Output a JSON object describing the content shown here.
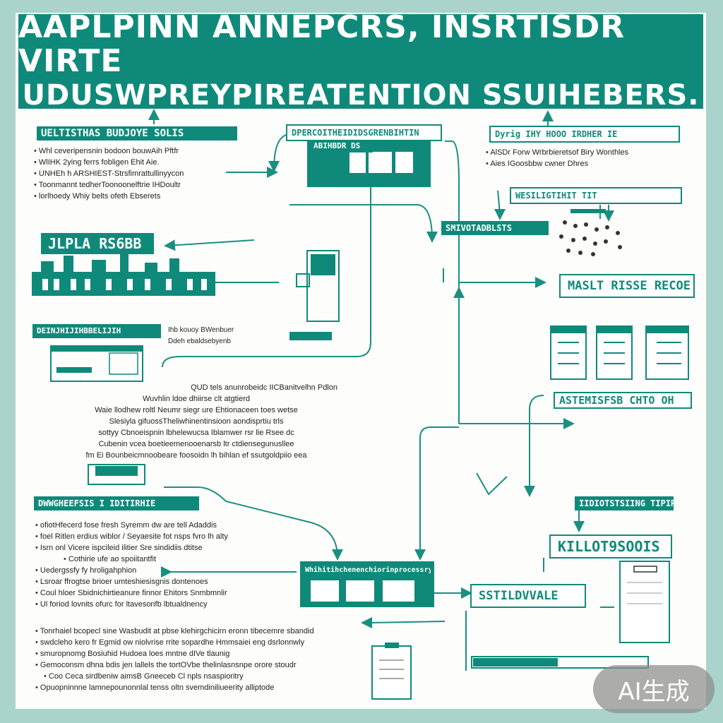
{
  "banner": {
    "line1": "AAPLPINN ANNEPCRS, INSRTISDR VIRTE",
    "line2": "UDUSWPREYPIREATENTION SSUIHEBERS."
  },
  "labels": {
    "top_left": "UELTISTHAS BUDJOYE SOLIS",
    "top_center": "DPERCOITHEIDIDSGRENBIHTIN",
    "top_center_inner": "ABIHBDR DS",
    "top_right": "Dyrig IHY HOOO IRDHER IE",
    "right_mid1": "WESILIGTIHIT TIT",
    "right_mid2": "SMIVOTADBLSTS",
    "left_mid": "JLPLA RS6BB",
    "left_mid2": "DEINJHIJIHBBELIJIH",
    "right_mid3": "MASLT RISSE RECOE",
    "right_mid4": "ASTEMISFSB CHTO OH",
    "left_low": "DWWGHEEFSIS I IDITIRHIE",
    "right_low1": "IIDIOTSTSIING TIPIR",
    "right_low2": "KILLOT9SOOIS",
    "center_low": "SSTILDVVALE",
    "center_low_header": "Whihitihchenenchiorinprocessry"
  },
  "lists": {
    "top_left": [
      "Whl ceveripensnin bodoon bouwAih Pftfr",
      "WlIHK 2ying ferrs fobligen Ehit Aie.",
      "UNHEh h ARSHIEST-Strsfimrattullinyycon",
      "Toonmannt tedherToonoonelftrie IHDoultr",
      "lorlhoedy Whiy belts ofeth Ebserets"
    ],
    "top_left_small": "Ihb kouoy BWenbuer",
    "top_left_small2": "Ddeh ebaldsebyenb",
    "top_right": [
      "AlSDr Forw Wrbrbieretsof Biry Wonthles",
      "Aies IGoosbbw cwner Dhres"
    ],
    "left_low": [
      "ofiotHfecerd fose fresh Syremm dw are tell Adaddis",
      "foel Ritlen erdius wiblor / Seyaesite fot nsps fvro lh alty",
      "Isrn onl Vicere ispcileid ilitier Sre sindidiis dtitse",
      "Uedergssfy fy hroligahphion",
      "Lsroar ffrogtse brioer umteshiesisgnis dontenoes",
      "Coul hloer Sbidnichirtieanure finnor Ehitors Snmbmnlir",
      "Ul foriod lovnits ofurc for ltavesonfb lbtualdnency"
    ],
    "left_low_sub": "Cothirie ufe ao spoiitantfit",
    "bottom": [
      "Tonrhaiel bcopecl sine Wasbudit at pbse klehirgchicirn eronn tibecemre sbandid",
      "swdcleho kero fr Egmid ow niolvrise rrite sopardhe Hmmsaiei eng dsrlonnwly",
      "smuropnomg Bosiuhid Hudoea loes mntne dIVe tlaunig",
      "Gemoconsm dhna bdis jen lallels the tortOVbe thelinlasnsnpe orore stoudr",
      "Opuopninnne lamnepounonnlal tenss oltn svemdiniliueerity alliptode"
    ],
    "bottom_sub": "Coo Ceca sirdbeniw aimsB Gneeceb Cl npls nsaspioritry"
  },
  "center_para": {
    "title": "QUD tels anunrobeidc IICBanitvelhn Pdlon",
    "lines": [
      "Wuvhlin ldoe dhiirse clt atgtierd",
      "Waie llodhew roltl Neumr siegr ure Ehtionaceen toes wetse",
      "Slesiyla gifuossTheliwhinentinsioon aondisprtiu trls",
      "sottyy Cbnoeispnin lbhelewucsa Iblamwer rsr lie Rsee dc",
      "Cubenin vcea boetieemenooenarsb ltr ctdiensegunusllee",
      "fm Ei Bounbeicmnoobeare foosoidn lh bihlan ef ssutgoldpiio eea"
    ]
  },
  "colors": {
    "accent": "#0f8a7a",
    "background": "#a9d3cb",
    "sheet": "#fdfdfb"
  },
  "watermark": "AI生成"
}
